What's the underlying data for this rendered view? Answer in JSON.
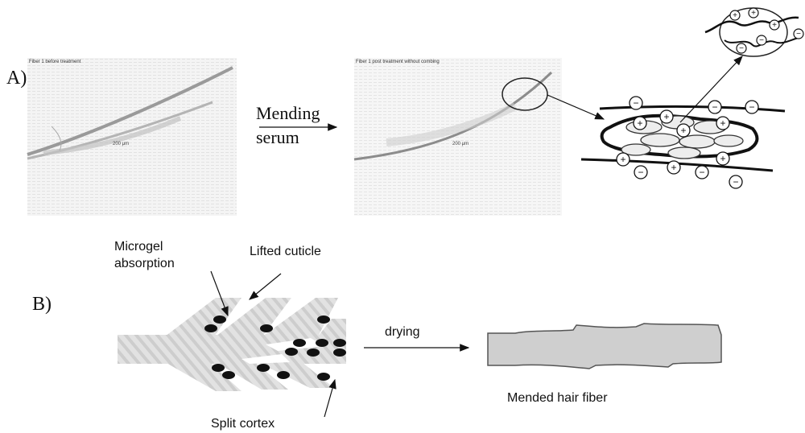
{
  "panel_a": {
    "label": "A)",
    "micrograph_before": {
      "caption": "Fiber 1 before treatment",
      "scale": "200 μm"
    },
    "treatment_label_line1": "Mending",
    "treatment_label_line2": "serum",
    "micrograph_after": {
      "caption": "Fiber 1 post treatment without combing",
      "scale": "200 μm"
    }
  },
  "panel_b": {
    "label": "B)",
    "microgel_absorption_line1": "Microgel",
    "microgel_absorption_line2": "absorption",
    "lifted_cuticle": "Lifted cuticle",
    "split_cortex": "Split cortex",
    "drying": "drying",
    "mended_fiber": "Mended hair fiber"
  },
  "colors": {
    "fiber_gray": "#c8c8c8",
    "stripe_gray": "#d6d6d6",
    "particle": "#111111",
    "line": "#111111"
  }
}
